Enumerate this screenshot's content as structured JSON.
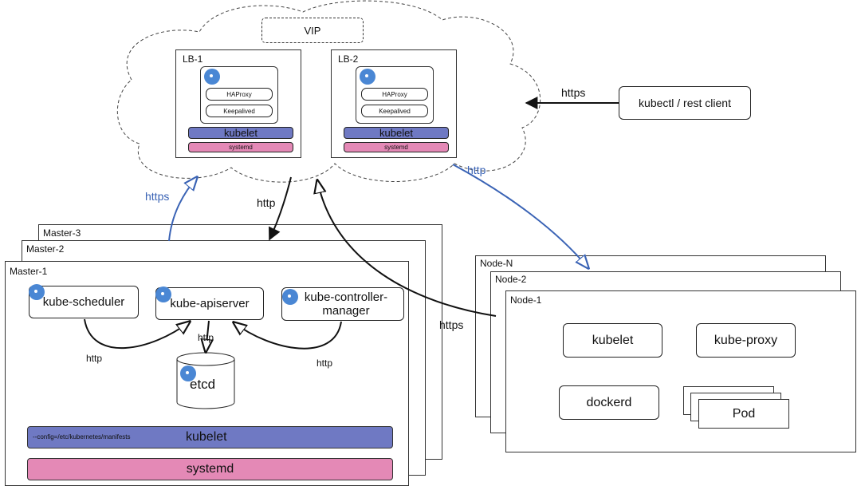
{
  "cloud": {
    "vip": "VIP"
  },
  "lb1": {
    "title": "LB-1",
    "haproxy": "HAProxy",
    "keepalived": "Keepalived",
    "kubelet": "kubelet",
    "systemd": "systemd"
  },
  "lb2": {
    "title": "LB-2",
    "haproxy": "HAProxy",
    "keepalived": "Keepalived",
    "kubelet": "kubelet",
    "systemd": "systemd"
  },
  "client": {
    "label": "kubectl / rest client"
  },
  "edges": {
    "client_https": "https",
    "lb_http_master": "http",
    "master_https_lb": "https",
    "lb_http_node": "http",
    "node_https_lb": "https",
    "sched_api_http": "http",
    "api_etcd_http": "http",
    "ctrl_api_http": "http"
  },
  "masters": {
    "m3": "Master-3",
    "m2": "Master-2",
    "m1": "Master-1",
    "scheduler": "kube-scheduler",
    "apiserver": "kube-apiserver",
    "controller": "kube-controller-manager",
    "etcd": "etcd",
    "kubelet_flag": "--config=/etc/kubernetes/manifests",
    "kubelet": "kubelet",
    "systemd": "systemd"
  },
  "nodes": {
    "nN": "Node-N",
    "n2": "Node-2",
    "n1": "Node-1",
    "kubelet": "kubelet",
    "kube_proxy": "kube-proxy",
    "dockerd": "dockerd",
    "pod": "Pod"
  },
  "colors": {
    "kubelet_bar": "#6f79c3",
    "systemd_bar": "#e489b6",
    "http_link": "#3a63b5",
    "gear": "#4a87d4"
  }
}
